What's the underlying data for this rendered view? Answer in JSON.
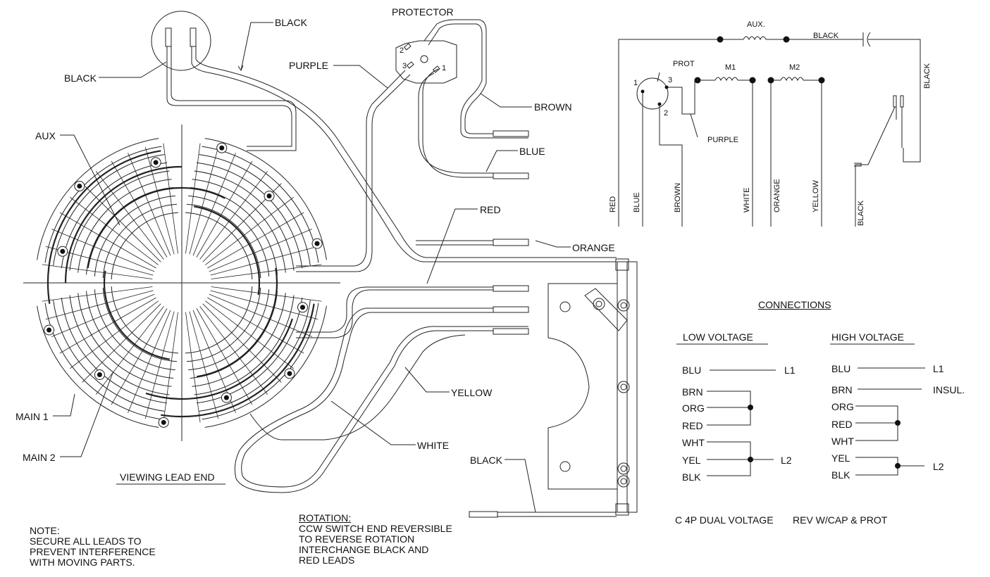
{
  "motor_view": {
    "title": "VIEWING LEAD END",
    "labels": {
      "aux": "AUX",
      "main1": "MAIN 1",
      "main2": "MAIN 2",
      "black_left": "BLACK",
      "black_top": "BLACK",
      "purple": "PURPLE",
      "protector": "PROTECTOR",
      "brown": "BROWN",
      "blue": "BLUE",
      "red": "RED",
      "orange": "ORANGE",
      "yellow": "YELLOW",
      "white": "WHITE",
      "black_bottom": "BLACK",
      "prot_term_2": "2",
      "prot_term_3": "3",
      "prot_term_1": "1"
    }
  },
  "note": {
    "title": "NOTE:",
    "lines": [
      "SECURE ALL LEADS TO",
      "PREVENT INTERFERENCE",
      "WITH MOVING PARTS."
    ]
  },
  "rotation": {
    "title": "ROTATION:",
    "lines": [
      "CCW SWITCH END REVERSIBLE",
      "TO REVERSE ROTATION",
      "INTERCHANGE BLACK AND",
      "RED LEADS"
    ]
  },
  "schematic": {
    "aux": "AUX.",
    "black_top": "BLACK",
    "black_right": "BLACK",
    "prot": "PROT",
    "m1": "M1",
    "m2": "M2",
    "purple": "PURPLE",
    "term1": "1",
    "term2": "2",
    "term3": "3",
    "leads": [
      "RED",
      "BLUE",
      "BROWN",
      "WHITE",
      "ORANGE",
      "YELLOW",
      "BLACK"
    ]
  },
  "connections": {
    "title": "CONNECTIONS",
    "low": {
      "title": "LOW VOLTAGE",
      "blu": "BLU",
      "l1": "L1",
      "brn": "BRN",
      "org": "ORG",
      "red": "RED",
      "wht": "WHT",
      "yel": "YEL",
      "blk": "BLK",
      "l2": "L2"
    },
    "high": {
      "title": "HIGH VOLTAGE",
      "blu": "BLU",
      "l1": "L1",
      "brn": "BRN",
      "insul": "INSUL.",
      "org": "ORG",
      "red": "RED",
      "wht": "WHT",
      "yel": "YEL",
      "blk": "BLK",
      "l2": "L2"
    }
  },
  "footer": {
    "model": "C 4P DUAL VOLTAGE",
    "rev": "REV W/CAP & PROT"
  }
}
